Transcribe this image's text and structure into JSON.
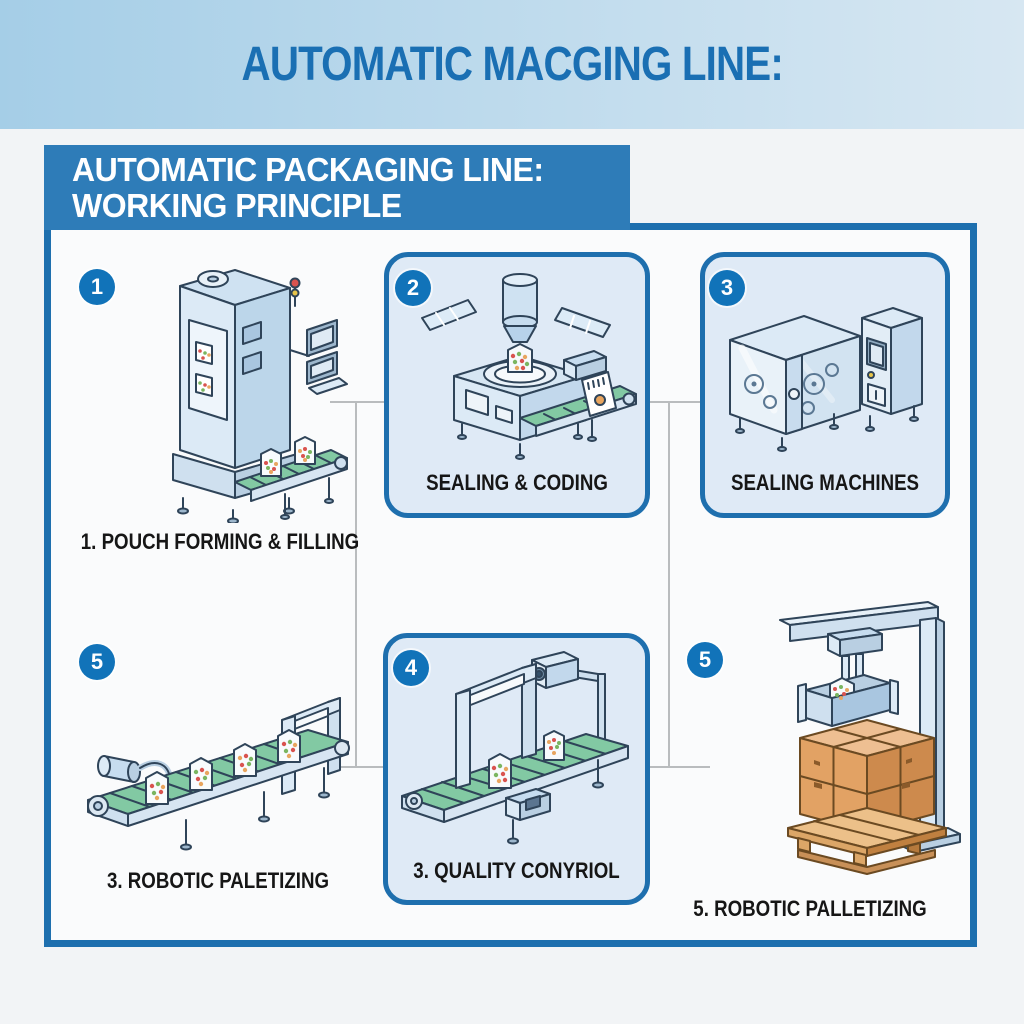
{
  "banner": {
    "title": "AUTOMATIC MACGING LINE:"
  },
  "header": {
    "line1": "AUTOMATIC PACKAGING LINE:",
    "line2": "WORKING PRINCIPLE"
  },
  "stations": [
    {
      "badge": "1",
      "caption": "1. POUCH FORMING & FILLING",
      "illustration": "vertical pouch forming and filling machine with outfeed conveyor"
    },
    {
      "badge": "2",
      "caption": "SEALING & CODING",
      "illustration": "rotary sealing and coding machine with hopper, barcode label and conveyor"
    },
    {
      "badge": "3",
      "caption": "SEALING MACHINES",
      "illustration": "sealing machine cabinet with gears and control panel"
    },
    {
      "badge": "5",
      "caption": "3. ROBOTIC PALETIZING",
      "illustration": "conveyor with filled pouches passing through a frame"
    },
    {
      "badge": "4",
      "caption": "3. QUALITY CONYRIOL",
      "illustration": "quality control conveyor with metal detector gate and inspection camera"
    },
    {
      "badge": "5",
      "caption": "5. ROBOTIC PALLETIZING",
      "illustration": "gantry robot stacking cartons on a wooden pallet"
    }
  ],
  "colors": {
    "accent": "#1e6fae",
    "header_fill": "#2e7cb8",
    "panel_fill": "#dfeaf6",
    "badge_fill": "#1173b9",
    "title_color": "#1a6fb3",
    "banner_left": "#a5cee7",
    "banner_right": "#d7e7f2",
    "caption_color": "#161616",
    "connector_gray": "#b9bcbe",
    "belt_green": "#82c9a3",
    "box_orange": "#e2a264"
  }
}
